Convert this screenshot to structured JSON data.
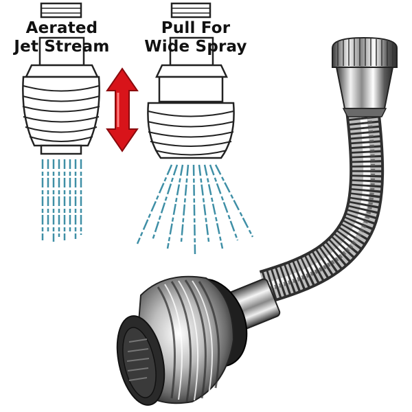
{
  "captions": {
    "aerated": {
      "line1": "Aerated",
      "line2": "Jet Stream"
    },
    "wide_spray": {
      "line1": "Pull For",
      "line2": "Wide Spray"
    }
  },
  "icons": {
    "mode_arrow": "double-headed-arrow-icon"
  },
  "colors": {
    "arrow": "#d8141a",
    "water": "#3f8fa6",
    "chrome_dark": "#4a4a4a",
    "chrome_light": "#e6e6e6",
    "rubber_ring": "#222222"
  }
}
